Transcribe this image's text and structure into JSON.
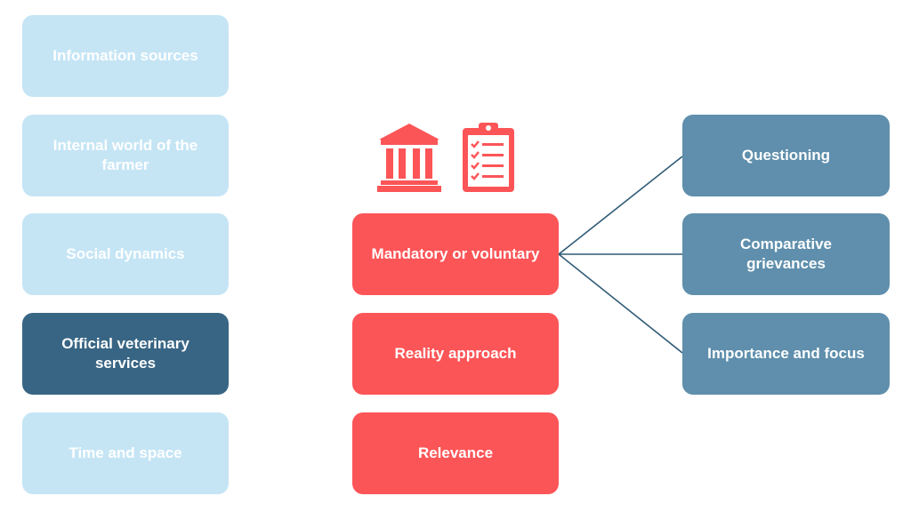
{
  "left_column": [
    {
      "label": "Information sources"
    },
    {
      "label": "Internal world of the farmer"
    },
    {
      "label": "Social dynamics"
    },
    {
      "label": "Official veterinary services"
    },
    {
      "label": "Time and space"
    }
  ],
  "middle_column": [
    {
      "label": "Mandatory or voluntary"
    },
    {
      "label": "Reality approach"
    },
    {
      "label": "Relevance"
    }
  ],
  "right_column": [
    {
      "label": "Questioning"
    },
    {
      "label": "Comparative grievances"
    },
    {
      "label": "Importance and focus"
    }
  ],
  "icons": {
    "institution": "government-building-icon",
    "checklist": "clipboard-checklist-icon"
  },
  "colors": {
    "light_blue": "#c5e5f5",
    "dark_blue": "#386584",
    "red": "#fc5557",
    "steel_blue": "#5f8fac",
    "connector": "#2f5a75"
  }
}
